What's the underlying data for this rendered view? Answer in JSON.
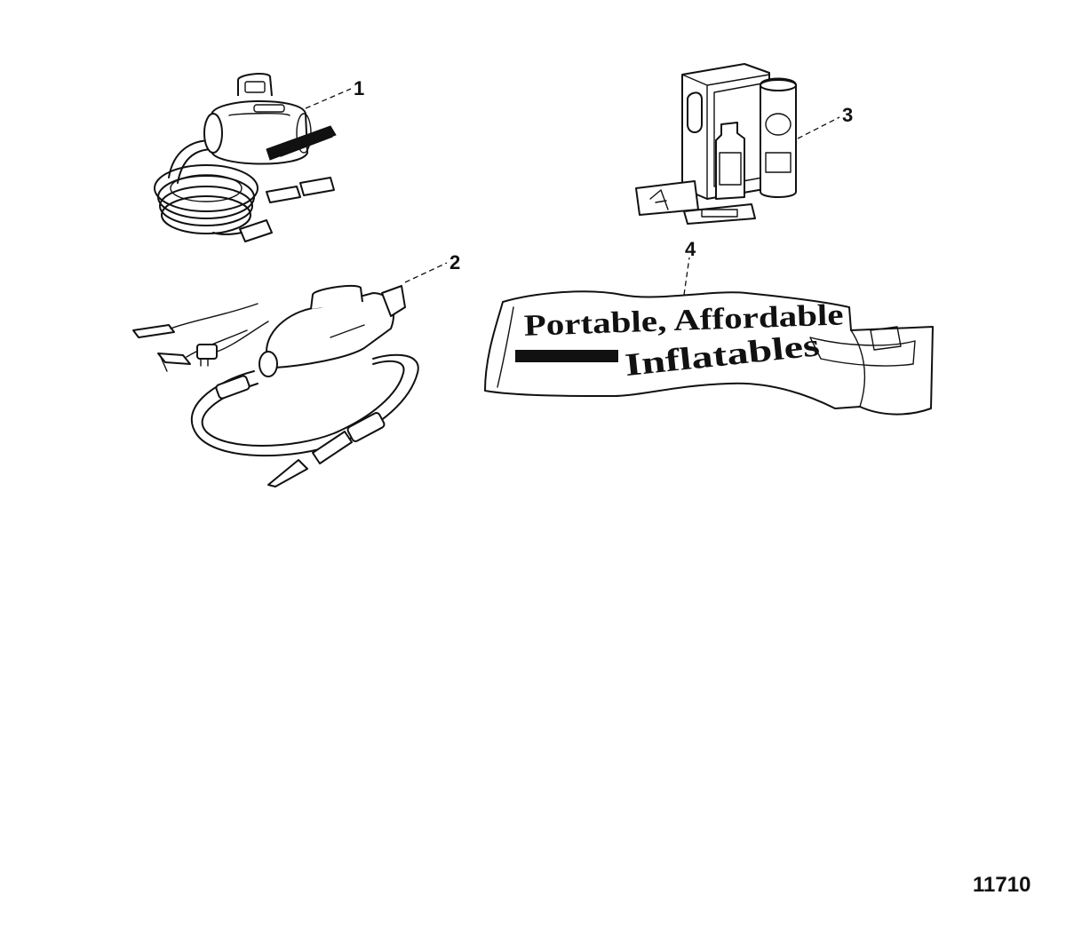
{
  "callouts": {
    "item1": "1",
    "item2": "2",
    "item3": "3",
    "item4": "4"
  },
  "banner": {
    "line1": "Portable, Affordable",
    "line2": "Inflatables"
  },
  "figure_number": "11710"
}
